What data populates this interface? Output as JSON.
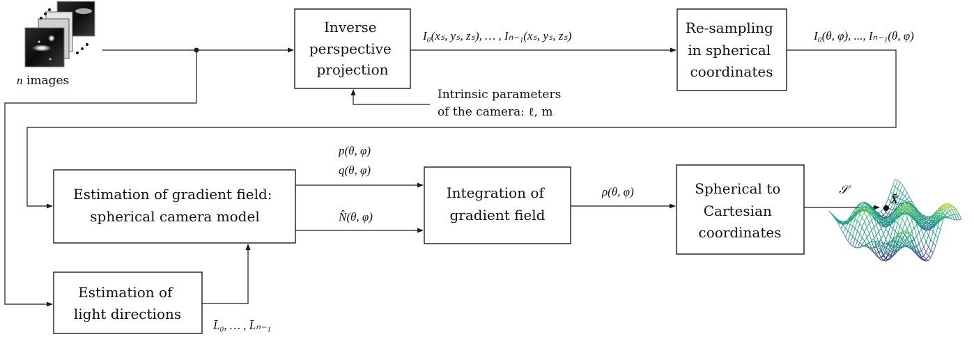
{
  "images_label": "n images",
  "boxes": {
    "inverse_projection": [
      "Inverse",
      "perspective",
      "projection"
    ],
    "resampling": [
      "Re-sampling",
      "in spherical",
      "coordinates"
    ],
    "gradient_estimation": [
      "Estimation of gradient field:",
      "spherical camera model"
    ],
    "integration": [
      "Integration of",
      "gradient field"
    ],
    "sph_to_cart": [
      "Spherical to",
      "Cartesian",
      "coordinates"
    ],
    "light_estimation": [
      "Estimation of",
      "light directions"
    ]
  },
  "labels": {
    "cartesian_images": "I₀(xₛ, yₛ, zₛ), … , Iₙ₋₁(xₛ, yₛ, zₛ)",
    "spherical_images": "I₀(θ, φ), ..., Iₙ₋₁(θ, φ)",
    "intrinsic_line1": "Intrinsic parameters",
    "intrinsic_line2": "of the camera:  ℓ, m",
    "p": "p(θ, φ)",
    "q": "q(θ, φ)",
    "normal": "N̂(θ, φ)",
    "rho": "ρ(θ, φ)",
    "light_dirs": "L̄₀, … , L̄ₙ₋₁",
    "surface_symbol": "𝒮",
    "point_symbol": "X̄"
  },
  "colors": {
    "line": "#1a1a1a",
    "surface_low": "#2a1d6e",
    "surface_mid": "#1fa187",
    "surface_high": "#f2e21a"
  }
}
